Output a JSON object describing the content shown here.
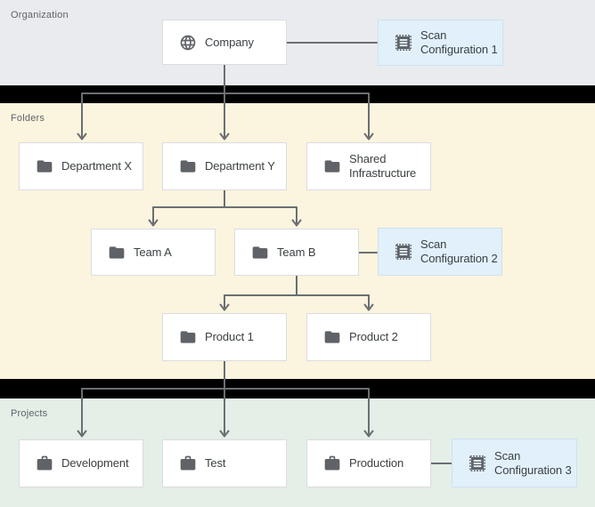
{
  "sections": {
    "organization": {
      "label": "Organization"
    },
    "folders": {
      "label": "Folders"
    },
    "projects": {
      "label": "Projects"
    }
  },
  "nodes": {
    "company": {
      "label": "Company",
      "icon": "globe-icon"
    },
    "scan_config_1": {
      "label": "Scan Configuration 1",
      "icon": "scan-config-icon"
    },
    "department_x": {
      "label": "Department X",
      "icon": "folder-icon"
    },
    "department_y": {
      "label": "Department Y",
      "icon": "folder-icon"
    },
    "shared_infrastructure": {
      "label": "Shared Infrastructure",
      "icon": "folder-icon"
    },
    "team_a": {
      "label": "Team A",
      "icon": "folder-icon"
    },
    "team_b": {
      "label": "Team B",
      "icon": "folder-icon"
    },
    "scan_config_2": {
      "label": "Scan Configuration 2",
      "icon": "scan-config-icon"
    },
    "product_1": {
      "label": "Product 1",
      "icon": "folder-icon"
    },
    "product_2": {
      "label": "Product 2",
      "icon": "folder-icon"
    },
    "development": {
      "label": "Development",
      "icon": "briefcase-icon"
    },
    "test": {
      "label": "Test",
      "icon": "briefcase-icon"
    },
    "production": {
      "label": "Production",
      "icon": "briefcase-icon"
    },
    "scan_config_3": {
      "label": "Scan Configuration 3",
      "icon": "scan-config-icon"
    }
  },
  "edges": [
    {
      "from": "company",
      "to": [
        "department_x",
        "department_y",
        "shared_infrastructure"
      ],
      "type": "hierarchy"
    },
    {
      "from": "department_y",
      "to": [
        "team_a",
        "team_b"
      ],
      "type": "hierarchy"
    },
    {
      "from": "team_b",
      "to": [
        "product_1",
        "product_2"
      ],
      "type": "hierarchy"
    },
    {
      "from": "product_1",
      "to": [
        "development",
        "test",
        "production"
      ],
      "type": "hierarchy"
    },
    {
      "from": "company",
      "to": [
        "scan_config_1"
      ],
      "type": "scan-config-link"
    },
    {
      "from": "team_b",
      "to": [
        "scan_config_2"
      ],
      "type": "scan-config-link"
    },
    {
      "from": "production",
      "to": [
        "scan_config_3"
      ],
      "type": "scan-config-link"
    }
  ],
  "colors": {
    "organization_bg": "#e9ebee",
    "folders_bg": "#fbf4de",
    "projects_bg": "#e4efe7",
    "scan_config_bg": "#e1f0fb",
    "node_bg": "#ffffff",
    "node_border": "#dadce0",
    "icon_gray": "#5f6368",
    "text_dark": "#3c4043",
    "label_gray": "#5f6368",
    "connector": "#6b6f73",
    "separator": "#000000"
  }
}
